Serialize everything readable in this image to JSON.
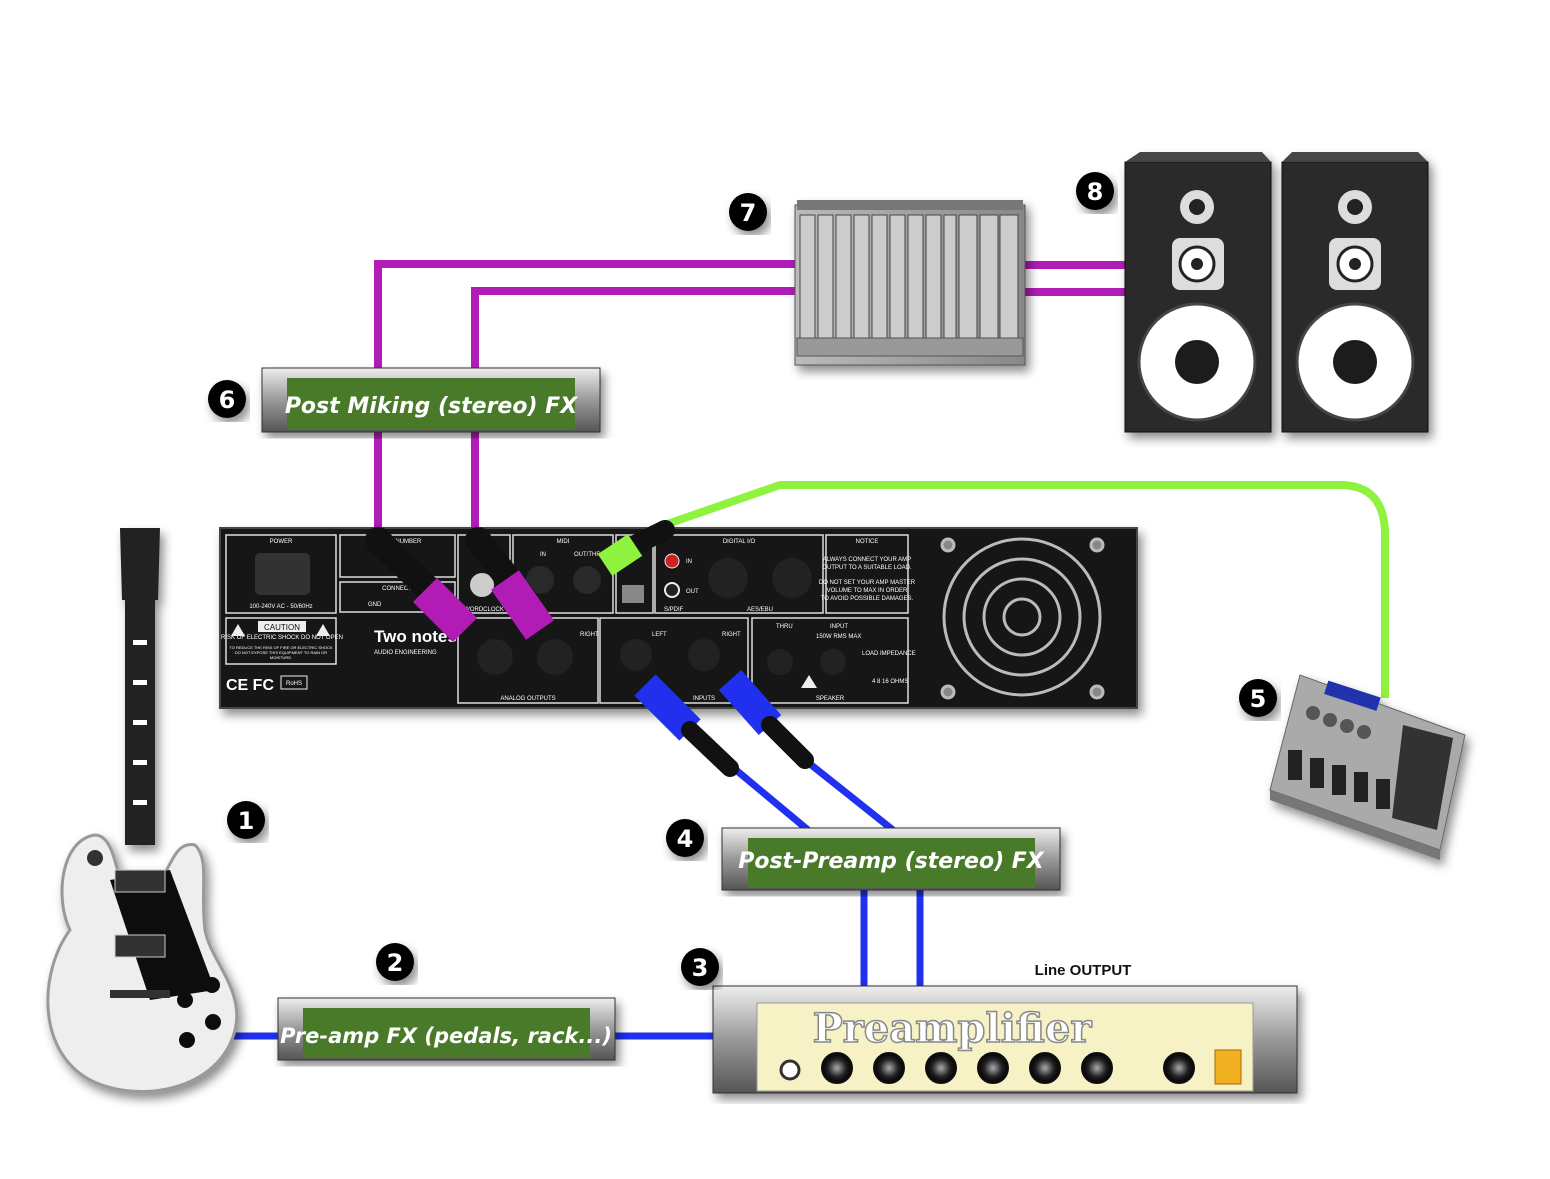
{
  "devices": {
    "guitar": {
      "number": "1"
    },
    "preamp_fx": {
      "number": "2",
      "label": "Pre-amp FX (pedals, rack...)"
    },
    "preamplifier": {
      "number": "3",
      "label": "Preamplifier",
      "output_label": "Line OUTPUT"
    },
    "post_preamp_fx": {
      "number": "4",
      "label": "Post-Preamp (stereo) FX"
    },
    "controller": {
      "number": "5"
    },
    "post_miking_fx": {
      "number": "6",
      "label": "Post Miking (stereo) FX"
    },
    "mixer_rack": {
      "number": "7"
    },
    "speakers": {
      "number": "8"
    }
  },
  "rear_panel": {
    "power": "POWER",
    "power_spec": "100-240V AC - 50/60Hz",
    "serial": "SERIAL NUMBER",
    "connect": "CONNECT",
    "gnd": "GND",
    "wordclock": "WORDCLOCK",
    "midi": "MIDI",
    "midi_in": "IN",
    "midi_out": "OUT/THRU",
    "digital_io": "DIGITAL I/O",
    "spdif": "S/PDIF",
    "aes": "AES/EBU",
    "in": "IN",
    "out": "OUT",
    "notice": "NOTICE",
    "notice_1": "ALWAYS CONNECT YOUR AMP",
    "notice_2": "OUTPUT TO A SUITABLE LOAD.",
    "notice_3": "DO NOT SET YOUR AMP MASTER",
    "notice_4": "VOLUME TO MAX IN ORDER",
    "notice_5": "TO AVOID POSSIBLE DAMAGES.",
    "caution": "CAUTION",
    "caution_sub": "RISK OF ELECTRIC SHOCK DO NOT OPEN",
    "caution_text": "TO REDUCE THE RISK OF FIRE OR ELECTRIC SHOCK DO NOT EXPOSE THIS EQUIPMENT TO RAIN OR MOISTURE.",
    "brand": "Two notes",
    "brand_sub": "AUDIO ENGINEERING",
    "certs": "CE FC",
    "rohs": "RoHS",
    "analog_outputs": "ANALOG OUTPUTS",
    "left": "LEFT",
    "right": "RIGHT",
    "inputs": "INPUTS",
    "speaker": "SPEAKER",
    "thru": "THRU",
    "input": "INPUT",
    "rms": "150W RMS MAX",
    "load": "LOAD IMPEDANCE",
    "ohms": "4  8  16 OHMS"
  },
  "colors": {
    "magenta_cable": "#b01cb5",
    "green_cable": "#8ef23e",
    "blue_cable": "#2030ee",
    "fx_label_bg": "#4a7a2c",
    "preamp_face": "#f7f2c6"
  }
}
